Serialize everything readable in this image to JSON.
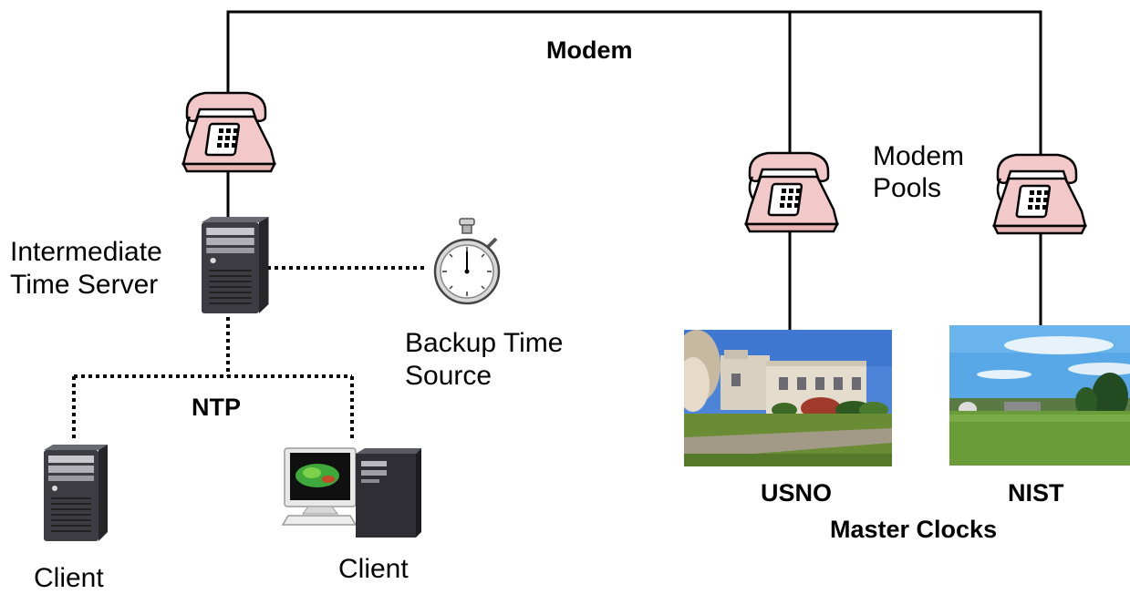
{
  "labels": {
    "modem": "Modem",
    "modem_pools_1": "Modem",
    "modem_pools_2": "Pools",
    "intermediate_1": "Intermediate",
    "intermediate_2": "Time Server",
    "backup_1": "Backup Time",
    "backup_2": "Source",
    "ntp": "NTP",
    "usno": "USNO",
    "nist": "NIST",
    "master_clocks": "Master Clocks",
    "client_left": "Client",
    "client_right": "Client"
  },
  "icons": {
    "phone_left": "telephone-icon",
    "phone_mid": "telephone-icon",
    "phone_right": "telephone-icon",
    "intermediate_server": "server-tower-icon",
    "stopwatch": "stopwatch-icon",
    "client_server": "server-tower-icon",
    "client_workstation": "desktop-computer-icon"
  },
  "colors": {
    "phone": "#f2c8c8",
    "phone_outline": "#000000",
    "server_body": "#3e3e44",
    "sky_usno": "#4d84d8",
    "sky_nist": "#58a8e8",
    "grass": "#6a8c34"
  }
}
